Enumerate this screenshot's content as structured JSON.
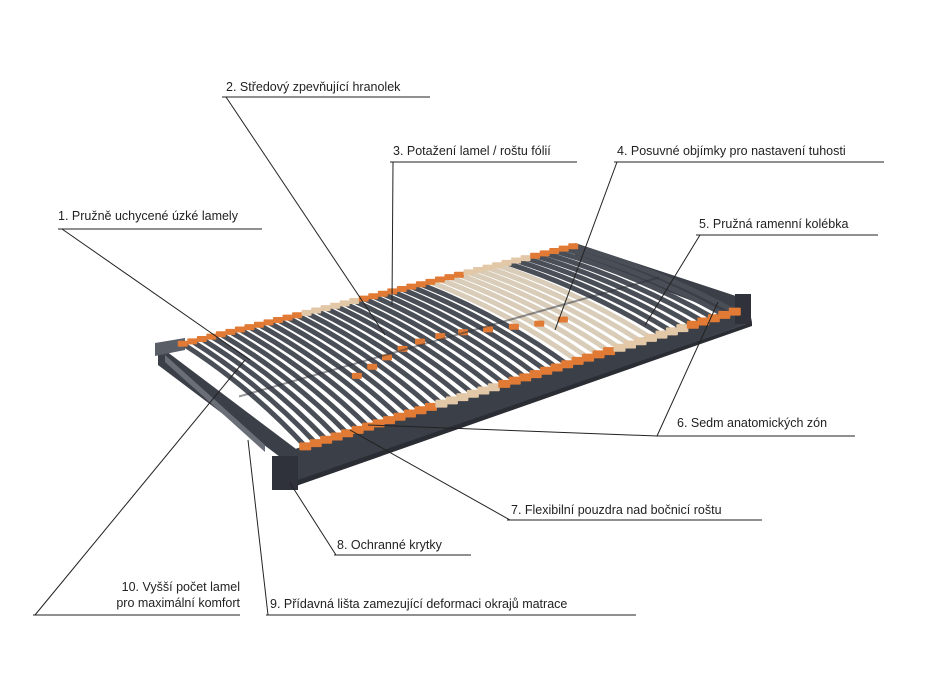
{
  "labels": [
    {
      "id": "l1",
      "text": "1. Pružně uchycené úzké lamely"
    },
    {
      "id": "l2",
      "text": "2. Středový zpevňující hranolek"
    },
    {
      "id": "l3",
      "text": "3. Potažení lamel / roštu fólií"
    },
    {
      "id": "l4",
      "text": "4. Posuvné objímky pro nastavení tuhosti"
    },
    {
      "id": "l5",
      "text": "5. Pružná ramenní kolébka"
    },
    {
      "id": "l6",
      "text": "6. Sedm anatomických zón"
    },
    {
      "id": "l7",
      "text": "7. Flexibilní pouzdra nad bočnicí roštu"
    },
    {
      "id": "l8",
      "text": "8. Ochranné krytky"
    },
    {
      "id": "l9",
      "text": "9. Přídavná lišta zamezující deformaci okrajů matrace"
    },
    {
      "id": "l10a",
      "text": "10. Vyšší počet lamel"
    },
    {
      "id": "l10b",
      "text": "pro maximální komfort"
    }
  ],
  "colors": {
    "frame": "#3b3f48",
    "slat": "#4a4e57",
    "slat_light": "#d9cdb9",
    "holder": "#e07a35",
    "holder_light": "#e3c8a8",
    "line": "#222222"
  }
}
